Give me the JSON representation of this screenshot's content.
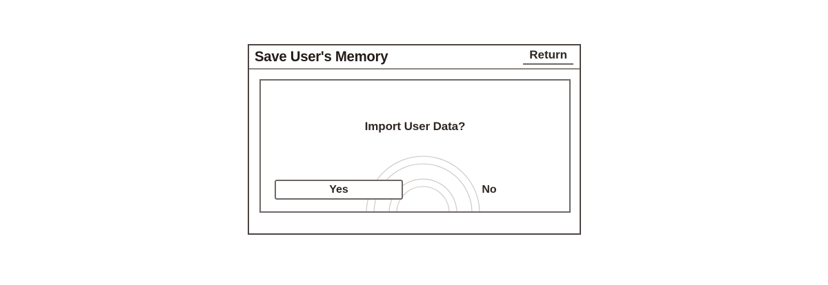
{
  "screen": {
    "title": "Save User's Memory",
    "return_label": "Return",
    "prompt": "Import User Data?",
    "choices": {
      "yes_label": "Yes",
      "no_label": "No",
      "selected": "Yes"
    },
    "watermark": "concentric-arcs-icon"
  },
  "colors": {
    "background": "#ffffff",
    "frame_border": "#4b4441",
    "panel_border": "#6e6763",
    "text": "#2e2622",
    "title_text": "#231b18",
    "separator": "#8b8581",
    "watermark_line": "#c9c4c1"
  }
}
